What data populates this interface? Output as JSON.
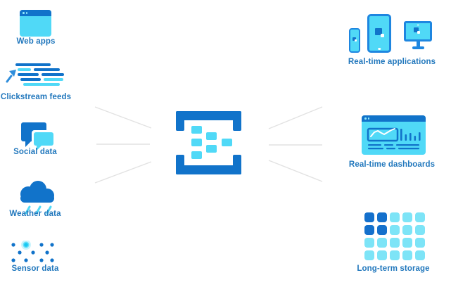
{
  "sources": {
    "items": [
      {
        "label": "Web apps"
      },
      {
        "label": "Clickstream feeds"
      },
      {
        "label": "Social data"
      },
      {
        "label": "Weather data"
      },
      {
        "label": "Sensor data"
      }
    ]
  },
  "outputs": {
    "items": [
      {
        "label": "Real-time applications"
      },
      {
        "label": "Real-time dashboards"
      },
      {
        "label": "Long-term storage"
      }
    ]
  },
  "icons": {
    "web_apps": "browser-window-icon",
    "clickstream": "clickstream-bars-cursor-icon",
    "social": "chat-bubbles-icon",
    "weather": "rain-cloud-icon",
    "sensor": "sensor-dot-grid-icon",
    "hub": "event-ingestion-brackets-icon",
    "applications": "phone-tablet-monitor-icons",
    "dashboards": "dashboard-window-icon",
    "storage": "storage-block-grid-icon"
  },
  "colors": {
    "primary_blue": "#1173ca",
    "device_blue": "#1e86e0",
    "storage_dark_blue": "#1470cc",
    "cyan": "#50d9f7",
    "light_cyan": "#7de4f7",
    "label_blue": "#2278bd",
    "connector_gray": "#e2e2e2",
    "background": "#ffffff"
  }
}
